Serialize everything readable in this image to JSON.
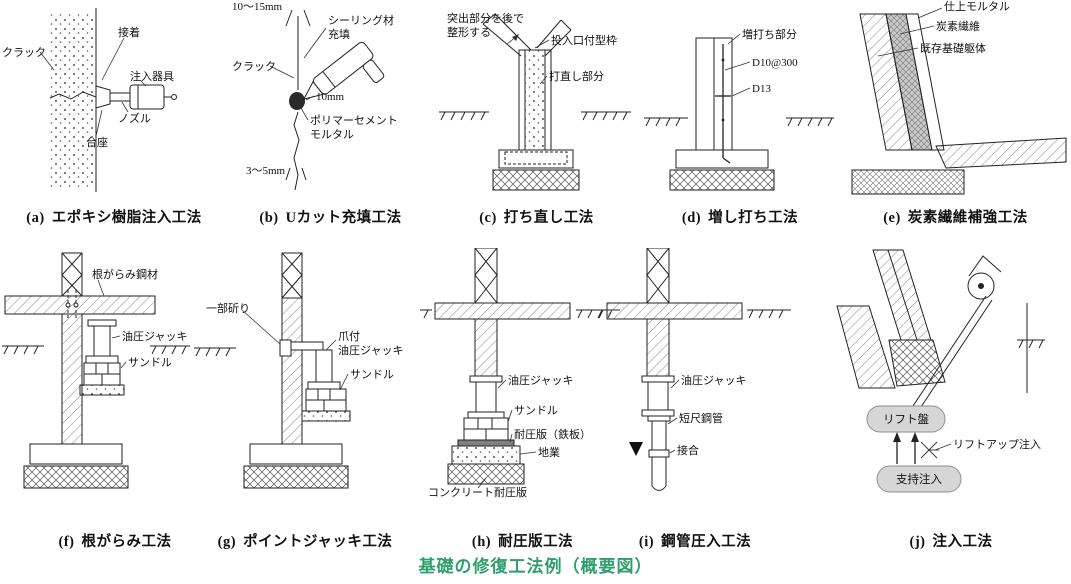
{
  "figure_caption": "基礎の修復工法例（概要図）",
  "caption_color": "#2f9e6c",
  "panels": {
    "a": {
      "tag": "(a)",
      "title": "エポキシ樹脂注入工法",
      "labels": {
        "crack": "クラック",
        "bond": "接着",
        "injector": "注入器具",
        "nozzle": "ノズル",
        "pedestal": "台座"
      }
    },
    "b": {
      "tag": "(b)",
      "title": "Uカット充填工法",
      "labels": {
        "dim_top": "10～15mm",
        "sealant": "シーリング材\n充填",
        "crack": "クラック",
        "dim_mid": "10mm",
        "mortar": "ポリマーセメント\nモルタル",
        "dim_bottom": "3～5mm"
      }
    },
    "c": {
      "tag": "(c)",
      "title": "打ち直し工法",
      "labels": {
        "trim": "突出部分を後で\n整形する",
        "form": "投入口付型枠",
        "recast": "打直し部分"
      }
    },
    "d": {
      "tag": "(d)",
      "title": "増し打ち工法",
      "labels": {
        "added": "増打ち部分",
        "rebar_v": "D10@300",
        "rebar_h": "D13"
      }
    },
    "e": {
      "tag": "(e)",
      "title": "炭素繊維補強工法",
      "labels": {
        "finish": "仕上モルタル",
        "carbon": "炭素繊維",
        "existing": "既存基礎躯体"
      }
    },
    "f": {
      "tag": "(f)",
      "title": "根がらみ工法",
      "labels": {
        "tie": "根がらみ鋼材",
        "jack": "油圧ジャッキ",
        "cribbing": "サンドル"
      }
    },
    "g": {
      "tag": "(g)",
      "title": "ポイントジャッキ工法",
      "labels": {
        "chip": "一部斫り",
        "claw_jack": "爪付\n油圧ジャッキ",
        "cribbing": "サンドル"
      }
    },
    "h": {
      "tag": "(h)",
      "title": "耐圧版工法",
      "labels": {
        "jack": "油圧ジャッキ",
        "cribbing": "サンドル",
        "plate": "耐圧版（鉄板）",
        "ground": "地業",
        "slab": "コンクリート耐圧版"
      }
    },
    "i": {
      "tag": "(i)",
      "title": "鋼管圧入工法",
      "labels": {
        "jack": "油圧ジャッキ",
        "pipe": "短尺鋼管",
        "joint": "接合"
      }
    },
    "j": {
      "tag": "(j)",
      "title": "注入工法",
      "labels": {
        "lift_plate": "リフト盤",
        "liftup": "リフトアップ注入",
        "support": "支持注入"
      }
    }
  }
}
